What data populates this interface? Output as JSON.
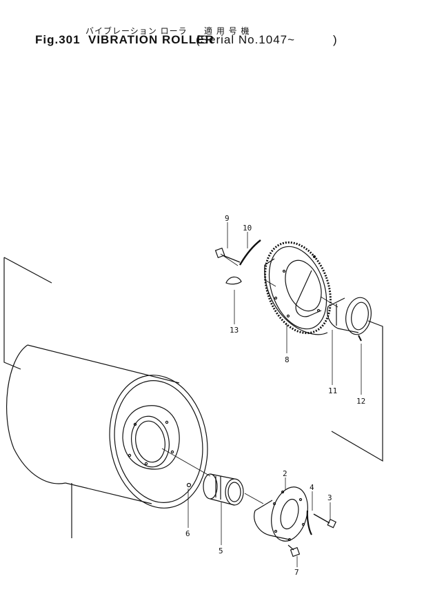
{
  "header": {
    "kana_title": "バイブレーション ローラ",
    "kana_serial": "適 用 号 機",
    "fig_number": "Fig.301",
    "part_title": "VIBRATION ROLLER",
    "serial_open": "(Serial No.1047~",
    "serial_close": ")"
  },
  "callouts": [
    "9",
    "10",
    "13",
    "8",
    "11",
    "12",
    "2",
    "4",
    "3",
    "6",
    "5",
    "7"
  ]
}
